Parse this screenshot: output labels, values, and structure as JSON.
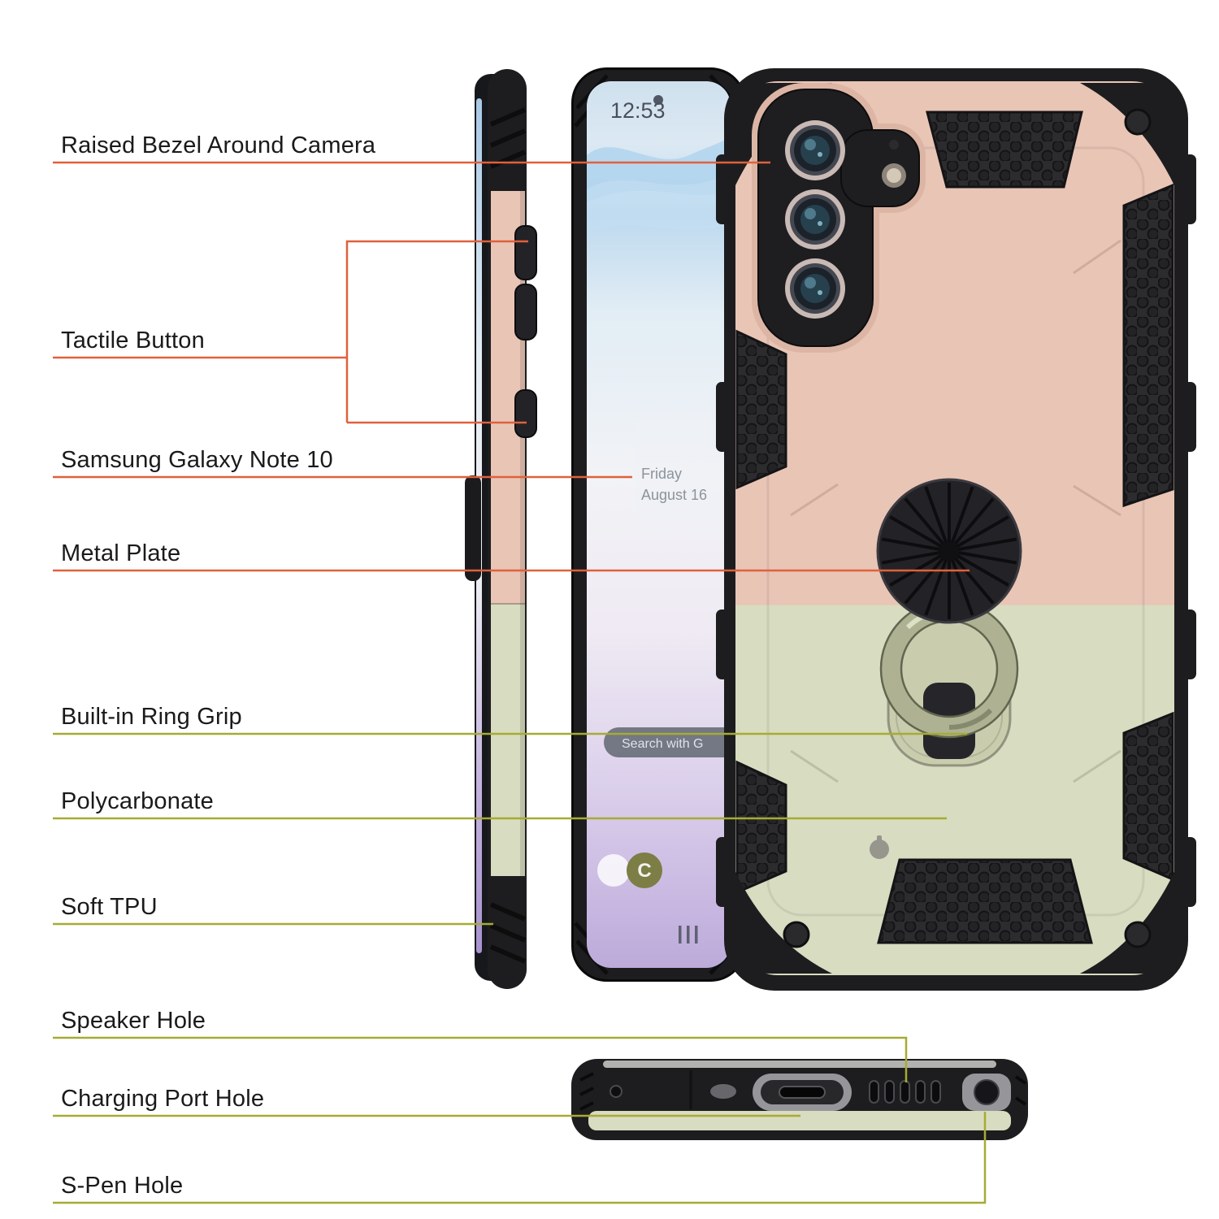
{
  "callout_labels": [
    {
      "text": "Raised Bezel Around Camera",
      "line_color": "orange"
    },
    {
      "text": "Tactile Button",
      "line_color": "orange"
    },
    {
      "text": "Samsung Galaxy Note 10",
      "line_color": "orange"
    },
    {
      "text": "Metal Plate",
      "line_color": "orange"
    },
    {
      "text": "Built-in Ring Grip",
      "line_color": "olive"
    },
    {
      "text": "Polycarbonate",
      "line_color": "olive"
    },
    {
      "text": "Soft TPU",
      "line_color": "olive"
    },
    {
      "text": "Speaker Hole",
      "line_color": "olive"
    },
    {
      "text": "Charging Port Hole",
      "line_color": "olive"
    },
    {
      "text": "S-Pen Hole",
      "line_color": "olive"
    }
  ],
  "phone_screen": {
    "time": "12:53",
    "weekday": "Friday",
    "date": "August 16",
    "search_text": "Search with G",
    "app_icon_letter": "C"
  },
  "colors": {
    "rose_gold": "#e9c5b6",
    "sage_green": "#d8dcc0",
    "tpu_black": "#1d1d1f",
    "callout_orange": "#e0613c",
    "callout_olive": "#a6ab34",
    "label_text": "#1a1a1a"
  }
}
